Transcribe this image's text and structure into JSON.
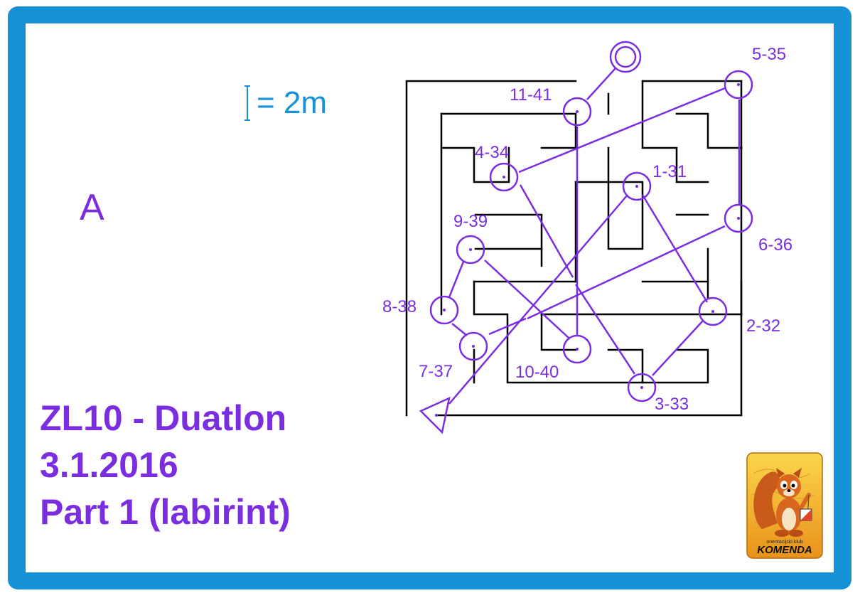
{
  "scale_label": "= 2m",
  "course_letter": "A",
  "title_lines": [
    "ZL10 - Duatlon",
    "3.1.2016",
    "Part 1 (labirint)"
  ],
  "colors": {
    "frame": "#1592d6",
    "course": "#7b2ee0",
    "walls": "#000000",
    "scale": "#1592d6"
  },
  "controls": [
    {
      "code": "1-31"
    },
    {
      "code": "2-32"
    },
    {
      "code": "3-33"
    },
    {
      "code": "4-34"
    },
    {
      "code": "5-35"
    },
    {
      "code": "6-36"
    },
    {
      "code": "7-37"
    },
    {
      "code": "8-38"
    },
    {
      "code": "9-39"
    },
    {
      "code": "10-40"
    },
    {
      "code": "11-41"
    }
  ],
  "logo": {
    "text_top": "orientacijski klub",
    "text_main": "KOMENDA",
    "icon": "squirrel-orienteering-logo"
  }
}
